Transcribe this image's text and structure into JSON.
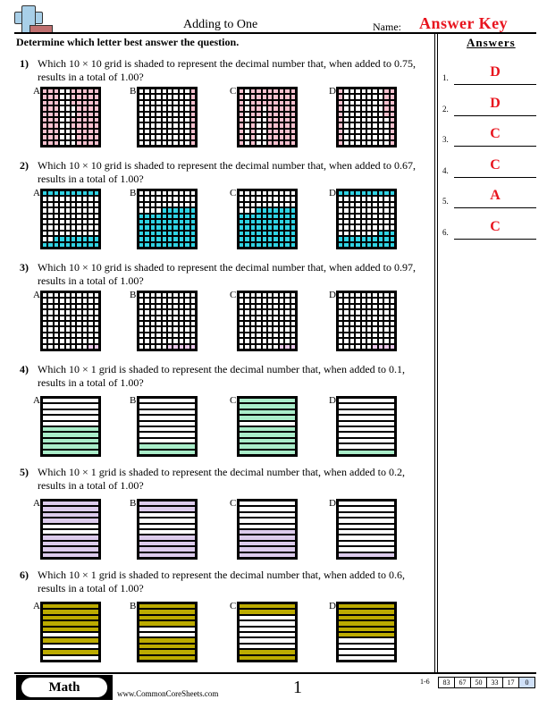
{
  "header": {
    "title": "Adding to One",
    "name_label": "Name:",
    "answer_key": "Answer Key",
    "instructions": "Determine which letter best answer the question."
  },
  "answers": {
    "title": "Answers",
    "items": [
      {
        "num": "1.",
        "value": "D"
      },
      {
        "num": "2.",
        "value": "D"
      },
      {
        "num": "3.",
        "value": "C"
      },
      {
        "num": "4.",
        "value": "C"
      },
      {
        "num": "5.",
        "value": "A"
      },
      {
        "num": "6.",
        "value": "C"
      }
    ]
  },
  "questions": [
    {
      "num": "1)",
      "text": "Which 10 × 10 grid is shaded to represent the decimal number that, when added to 0.75, results in a total of 1.00?",
      "type": "10x10",
      "color": "#f9c1cf",
      "options": [
        {
          "label": "A",
          "rows": [
            "1110011111",
            "1110011111",
            "1110011111",
            "1110001111",
            "1110001111",
            "1110011111",
            "1110011111",
            "1110001111",
            "1110001111",
            "1110001111"
          ]
        },
        {
          "label": "B",
          "rows": [
            "0000000001",
            "0000000001",
            "0000000001",
            "0000000001",
            "0000000001",
            "0000000001",
            "0000000001",
            "0000000001",
            "0000000001",
            "0000000001"
          ]
        },
        {
          "label": "C",
          "rows": [
            "1011111111",
            "1011111111",
            "1011111111",
            "1011011111",
            "1011011111",
            "1010011111",
            "1010011111",
            "1010011111",
            "1010011111",
            "1010011111"
          ]
        },
        {
          "label": "D",
          "rows": [
            "1000000011",
            "1000000011",
            "1000000011",
            "1000000011",
            "1000000011",
            "1000000001",
            "1000000001",
            "1000000001",
            "1000000001",
            "1000000001"
          ]
        }
      ]
    },
    {
      "num": "2)",
      "text": "Which 10 × 10 grid is shaded to represent the decimal number that, when added to 0.67, results in a total of 1.00?",
      "type": "10x10",
      "color": "#2fd3e4",
      "options": [
        {
          "label": "A",
          "rows": [
            "1111111111",
            "0000000000",
            "0000000000",
            "0000000000",
            "0000000000",
            "0000000000",
            "0000000000",
            "0000000000",
            "0011111111",
            "1111111111"
          ]
        },
        {
          "label": "B",
          "rows": [
            "0000000000",
            "0000000000",
            "0000000000",
            "0000111111",
            "1111111111",
            "1111111111",
            "1111111111",
            "1111111111",
            "1111111111",
            "1111111111"
          ]
        },
        {
          "label": "C",
          "rows": [
            "0000000000",
            "0000000000",
            "0000000000",
            "0001111111",
            "1111111111",
            "1111111111",
            "1111111111",
            "1111111111",
            "1111111111",
            "1111111111"
          ]
        },
        {
          "label": "D",
          "rows": [
            "1111111111",
            "0000000000",
            "0000000000",
            "0000000000",
            "0000000000",
            "0000000000",
            "0000000000",
            "0000000111",
            "1111111111",
            "1111111111"
          ]
        }
      ]
    },
    {
      "num": "3)",
      "text": "Which 10 × 10 grid is shaded to represent the decimal number that, when added to 0.97, results in a total of 1.00?",
      "type": "10x10",
      "color": "#ecc9ec",
      "options": [
        {
          "label": "A",
          "rows": [
            "0000000000",
            "0000000000",
            "0000000000",
            "0000000000",
            "0000000000",
            "0000000000",
            "0000000000",
            "0000000000",
            "0000000000",
            "0000000011"
          ]
        },
        {
          "label": "B",
          "rows": [
            "0000000000",
            "0000000000",
            "0000000000",
            "0000000000",
            "0000000000",
            "0000000000",
            "0000000000",
            "0000000000",
            "0000000000",
            "0000011111"
          ]
        },
        {
          "label": "C",
          "rows": [
            "0000000000",
            "0000000000",
            "0000000000",
            "0000000000",
            "0000000000",
            "0000000000",
            "0000000000",
            "0000000000",
            "0000000000",
            "0000000111"
          ]
        },
        {
          "label": "D",
          "rows": [
            "0000000000",
            "0000000000",
            "0000000000",
            "0000000000",
            "0000000000",
            "0000000000",
            "0000000000",
            "0000000000",
            "0000000000",
            "0000001111"
          ]
        }
      ]
    },
    {
      "num": "4)",
      "text": "Which 10 × 1 grid is shaded to represent the decimal number that, when added to 0.1, results in a total of 1.00?",
      "type": "10x1",
      "color": "#a9edc9",
      "options": [
        {
          "label": "A",
          "rows": "0000011111"
        },
        {
          "label": "B",
          "rows": "0000000011"
        },
        {
          "label": "C",
          "rows": "1111011111"
        },
        {
          "label": "D",
          "rows": "0000000001"
        }
      ]
    },
    {
      "num": "5)",
      "text": "Which 10 × 1 grid is shaded to represent the decimal number that, when added to 0.2, results in a total of 1.00?",
      "type": "10x1",
      "color": "#dccbec",
      "options": [
        {
          "label": "A",
          "rows": "1111001111"
        },
        {
          "label": "B",
          "rows": "1100001111"
        },
        {
          "label": "C",
          "rows": "0000011111"
        },
        {
          "label": "D",
          "rows": "0000000001"
        }
      ]
    },
    {
      "num": "6)",
      "text": "Which 10 × 1 grid is shaded to represent the decimal number that, when added to 0.6, results in a total of 1.00?",
      "type": "10x1",
      "color": "#bcab00",
      "options": [
        {
          "label": "A",
          "rows": "1111101010"
        },
        {
          "label": "B",
          "rows": "1111001111"
        },
        {
          "label": "C",
          "rows": "1100000011"
        },
        {
          "label": "D",
          "rows": "1111110000"
        }
      ]
    }
  ],
  "footer": {
    "subject": "Math",
    "url": "www.CommonCoreSheets.com",
    "page": "1",
    "score_label": "1-6",
    "scores": [
      "83",
      "67",
      "50",
      "33",
      "17",
      "0"
    ]
  }
}
